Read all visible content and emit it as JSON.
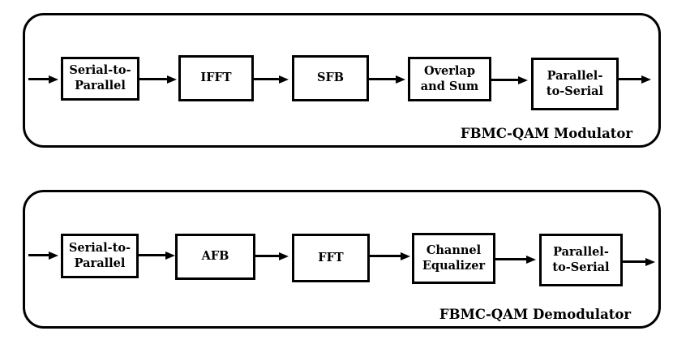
{
  "colors": {
    "ink": "#000000",
    "background": "#ffffff"
  },
  "modulator": {
    "caption": "FBMC-QAM Modulator",
    "blocks": [
      {
        "label": "Serial-to-\nParallel"
      },
      {
        "label": "IFFT"
      },
      {
        "label": "SFB"
      },
      {
        "label": "Overlap\nand Sum"
      },
      {
        "label": "Parallel-\nto-Serial"
      }
    ]
  },
  "demodulator": {
    "caption": "FBMC-QAM Demodulator",
    "blocks": [
      {
        "label": "Serial-to-\nParallel"
      },
      {
        "label": "AFB"
      },
      {
        "label": "FFT"
      },
      {
        "label": "Channel\nEqualizer"
      },
      {
        "label": "Parallel-\nto-Serial"
      }
    ]
  }
}
